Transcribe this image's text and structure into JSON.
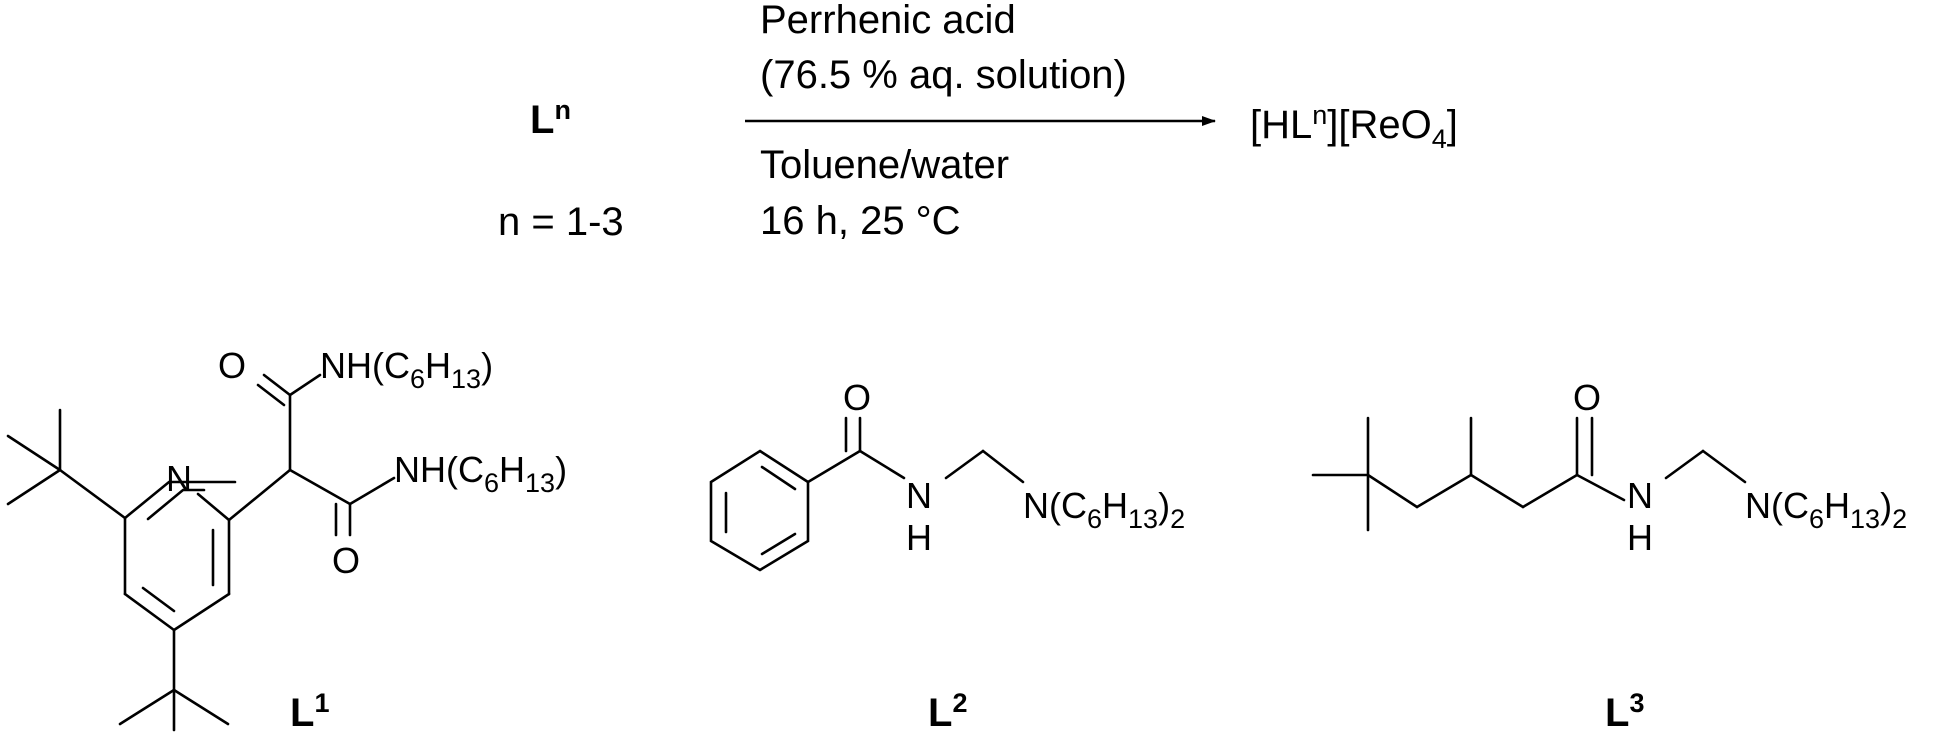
{
  "scheme": {
    "reactant": {
      "base": "L",
      "sup": "n"
    },
    "reactant_range": "n = 1-3",
    "conditions_above": [
      "Perrhenic acid",
      "(76.5 % aq. solution)"
    ],
    "conditions_below": [
      "Toluene/water",
      "16 h, 25 °C"
    ],
    "product": {
      "p1": "[HL",
      "sup": "n",
      "p2": "][ReO",
      "sub": "4",
      "p3": "]"
    }
  },
  "ligands": [
    {
      "label": {
        "base": "L",
        "sup": "1"
      },
      "atoms": {
        "N_ring": "N",
        "O_top": "O",
        "O_bottom": "O"
      },
      "amide_top": {
        "p1": "NH(C",
        "s1": "6",
        "p2": "H",
        "s2": "13",
        "p3": ")"
      },
      "amide_bottom": {
        "p1": "NH(C",
        "s1": "6",
        "p2": "H",
        "s2": "13",
        "p3": ")"
      }
    },
    {
      "label": {
        "base": "L",
        "sup": "2"
      },
      "atoms": {
        "O": "O",
        "N": "N",
        "H": "H"
      },
      "amine": {
        "p1": "N(C",
        "s1": "6",
        "p2": "H",
        "s2": "13",
        "p3": ")",
        "s3": "2"
      }
    },
    {
      "label": {
        "base": "L",
        "sup": "3"
      },
      "atoms": {
        "O": "O",
        "N": "N",
        "H": "H"
      },
      "amine": {
        "p1": "N(C",
        "s1": "6",
        "p2": "H",
        "s2": "13",
        "p3": ")",
        "s3": "2"
      }
    }
  ]
}
